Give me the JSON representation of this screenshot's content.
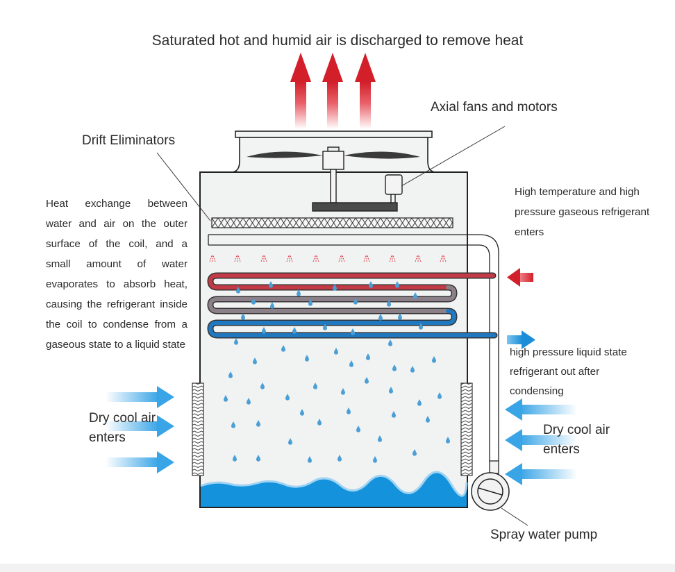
{
  "labels": {
    "title": "Saturated hot and humid air is discharged to remove heat",
    "fans": "Axial fans and motors",
    "drift": "Drift Eliminators",
    "heat_exchange": "Heat exchange between water and air on the outer surface of the coil, and a small amount of water evaporates to absorb heat, causing the refrigerant inside the coil to condense from a gaseous state to a liquid state",
    "refrigerant_in": "High temperature and high pressure gaseous refrigerant enters",
    "refrigerant_out": "high pressure liquid state refrigerant out after condensing",
    "dry_air_left": "Dry cool air enters",
    "dry_air_right": "Dry cool air enters",
    "pump": "Spray water pump"
  },
  "colors": {
    "hot_arrow": "#d21f2a",
    "cold_arrow": "#2f9be0",
    "water": "#1592dc",
    "coil_hot": "#c23a45",
    "coil_cold": "#1f78c0",
    "droplet": "#4a9fd6",
    "air_arrow": "#8fcaf0"
  }
}
